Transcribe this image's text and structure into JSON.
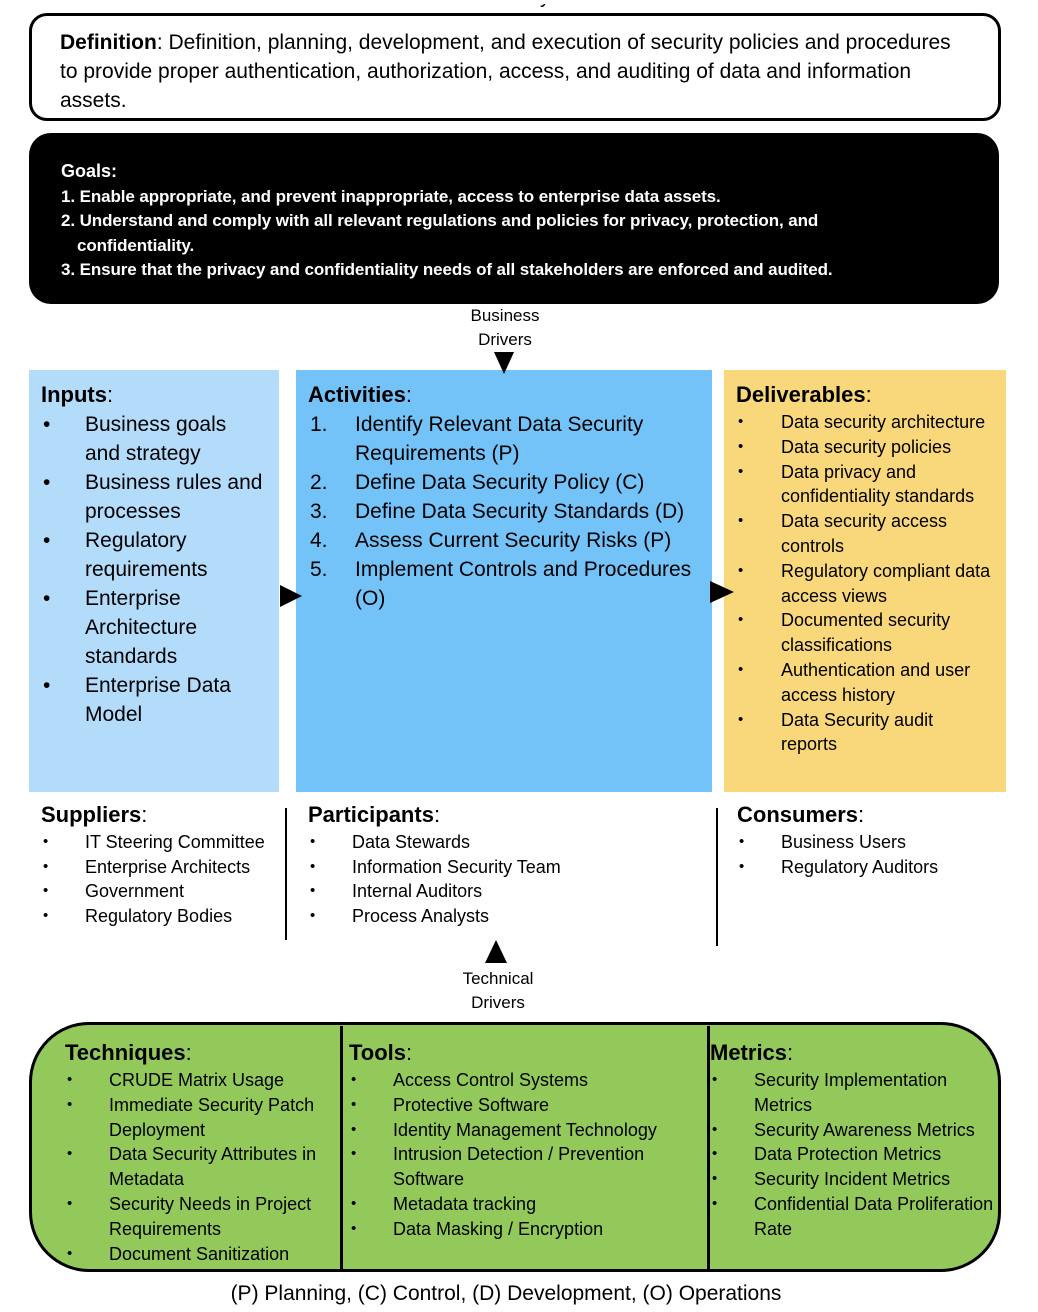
{
  "header": {
    "partial_title": "Data Security"
  },
  "definition": {
    "label": "Definition",
    "text": ": Definition, planning, development, and execution of security policies and procedures to provide proper authentication, authorization, access, and auditing of data and information assets."
  },
  "goals": {
    "label": "Goals",
    "colon": ":",
    "items": [
      {
        "num": "1.",
        "text": "Enable appropriate, and prevent inappropriate, access to enterprise data assets.",
        "cont": ""
      },
      {
        "num": "2.",
        "text": "Understand and comply with all relevant regulations and policies for privacy, protection, and",
        "cont": "confidentiality."
      },
      {
        "num": "3.",
        "text": "Ensure that the privacy and confidentiality needs of all stakeholders are enforced and audited.",
        "cont": ""
      }
    ]
  },
  "business_drivers": {
    "line1": "Business",
    "line2": "Drivers"
  },
  "technical_drivers": {
    "line1": "Technical",
    "line2": "Drivers"
  },
  "inputs": {
    "title": "Inputs",
    "items": [
      "Business goals and strategy",
      "Business rules and processes",
      "Regulatory requirements",
      "Enterprise Architecture standards",
      "Enterprise Data Model"
    ]
  },
  "activities": {
    "title": "Activities",
    "items": [
      {
        "num": "1.",
        "text": "Identify Relevant Data Security Requirements (P)"
      },
      {
        "num": "2.",
        "text": "Define Data Security Policy (C)"
      },
      {
        "num": "3.",
        "text": "Define Data Security Standards (D)"
      },
      {
        "num": "4.",
        "text": "Assess Current Security Risks (P)"
      },
      {
        "num": "5.",
        "text": "Implement Controls and Procedures (O)"
      }
    ]
  },
  "deliverables": {
    "title": "Deliverables",
    "items": [
      "Data security architecture",
      "Data security policies",
      "Data privacy and confidentiality standards",
      "Data security access controls",
      "Regulatory compliant data access views",
      "Documented security classifications",
      "Authentication and user access history",
      "Data Security audit reports"
    ]
  },
  "suppliers": {
    "title": "Suppliers",
    "items": [
      "IT Steering Committee",
      "Enterprise Architects",
      "Government",
      "Regulatory Bodies"
    ]
  },
  "participants": {
    "title": "Participants",
    "items": [
      "Data Stewards",
      "Information Security Team",
      "Internal Auditors",
      "Process Analysts"
    ]
  },
  "consumers": {
    "title": "Consumers",
    "items": [
      "Business Users",
      "Regulatory Auditors"
    ]
  },
  "techniques": {
    "title": "Techniques",
    "items": [
      "CRUDE Matrix Usage",
      "Immediate Security Patch Deployment",
      "Data Security Attributes in Metadata",
      "Security Needs in Project Requirements",
      "Document Sanitization"
    ]
  },
  "tools": {
    "title": "Tools",
    "items": [
      "Access Control Systems",
      "Protective Software",
      "Identity Management Technology",
      "Intrusion Detection / Prevention Software",
      "Metadata tracking",
      "Data Masking / Encryption"
    ]
  },
  "metrics": {
    "title": "Metrics",
    "items": [
      "Security Implementation Metrics",
      "Security Awareness Metrics",
      "Data Protection Metrics",
      "Security Incident Metrics",
      "Confidential Data Proliferation Rate"
    ]
  },
  "footer": {
    "legend": "(P) Planning, (C) Control, (D) Development, (O) Operations"
  },
  "bullet": "•",
  "colon": ":"
}
